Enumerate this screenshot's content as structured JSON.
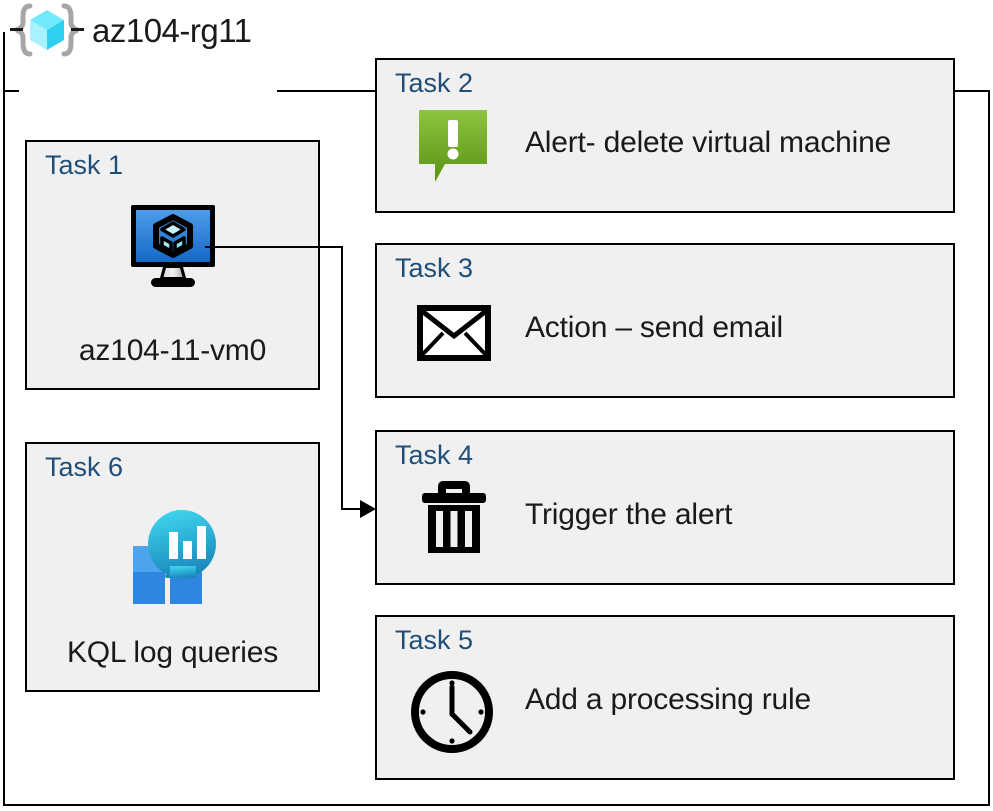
{
  "resource_group": {
    "name": "az104-rg11",
    "icon": "resource-group-cube-icon"
  },
  "tasks": [
    {
      "id": "task1",
      "label": "Task 1",
      "caption": "az104-11-vm0",
      "icon": "virtual-machine-icon",
      "column": "left"
    },
    {
      "id": "task2",
      "label": "Task 2",
      "caption": "Alert- delete virtual machine",
      "icon": "alert-callout-icon",
      "column": "right"
    },
    {
      "id": "task3",
      "label": "Task 3",
      "caption": "Action – send email",
      "icon": "envelope-icon",
      "column": "right"
    },
    {
      "id": "task4",
      "label": "Task 4",
      "caption": "Trigger the alert",
      "icon": "trash-icon",
      "column": "right"
    },
    {
      "id": "task5",
      "label": "Task 5",
      "caption": "Add a processing rule",
      "icon": "clock-icon",
      "column": "right"
    },
    {
      "id": "task6",
      "label": "Task 6",
      "caption": "KQL log queries",
      "icon": "log-analytics-icon",
      "column": "left"
    }
  ],
  "connector": {
    "from": "task1-virtual-machine-icon",
    "to": "task4",
    "style": "elbow-arrow"
  },
  "colors": {
    "task_label": "#1f4e79",
    "box_fill": "#f0f0f0",
    "box_border": "#000000",
    "alert_green": "#70ad22",
    "vm_blue": "#2f7fd6",
    "log_analytics_teal": "#2ecbe8",
    "log_analytics_blue": "#2f86df",
    "rg_cube_cyan": "#46e0f5",
    "rg_bracket_gray": "#a6a6a6"
  }
}
